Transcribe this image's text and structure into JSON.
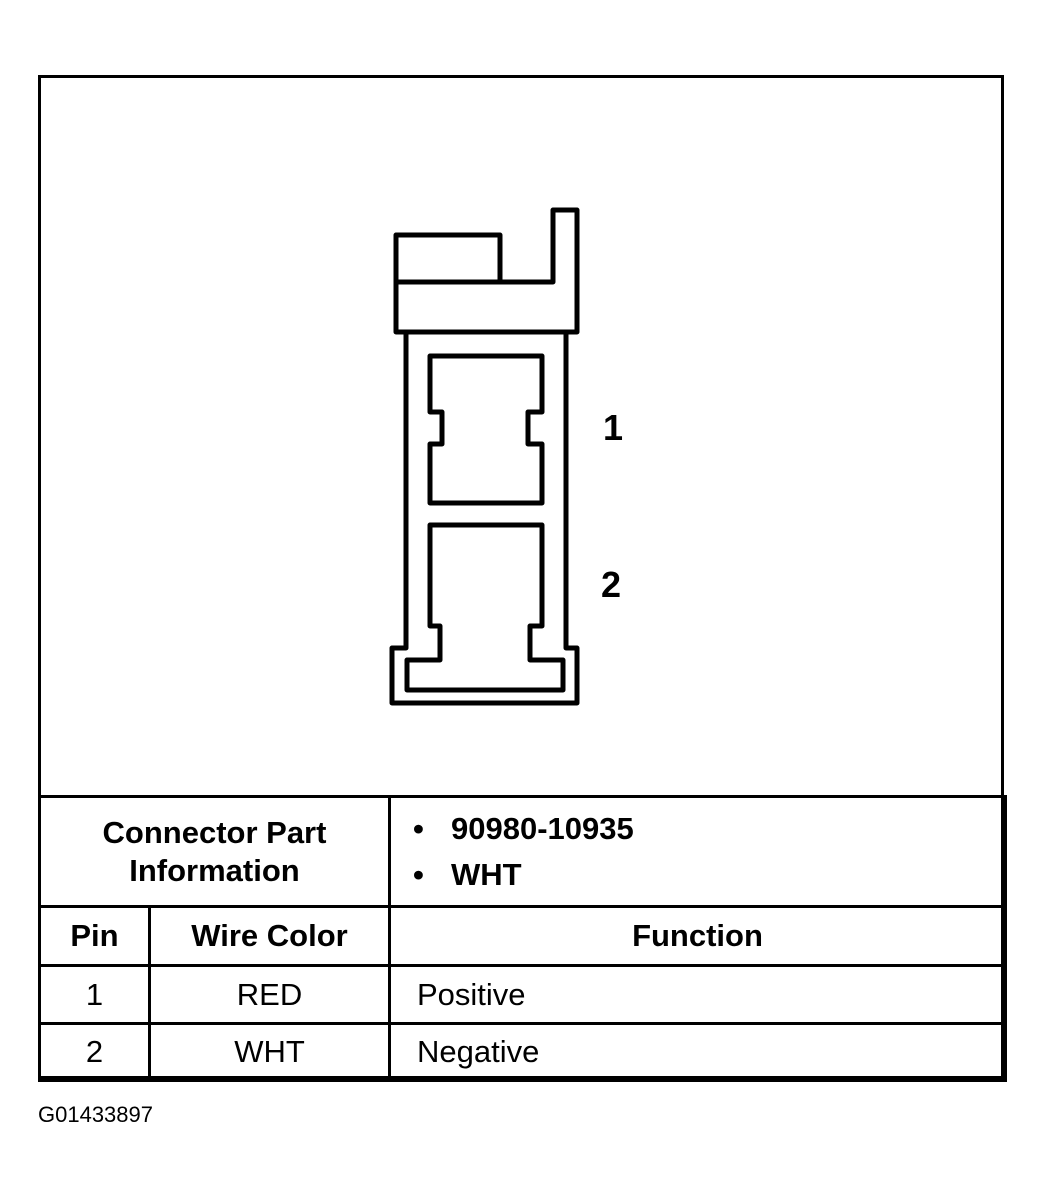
{
  "diagram": {
    "pin_labels": [
      "1",
      "2"
    ]
  },
  "connector_part_info": {
    "label": "Connector Part Information",
    "items": [
      "90980-10935",
      "WHT"
    ]
  },
  "table": {
    "headers": [
      "Pin",
      "Wire Color",
      "Function"
    ],
    "rows": [
      [
        "1",
        "RED",
        "Positive"
      ],
      [
        "2",
        "WHT",
        "Negative"
      ]
    ]
  },
  "figure_id": "G01433897"
}
